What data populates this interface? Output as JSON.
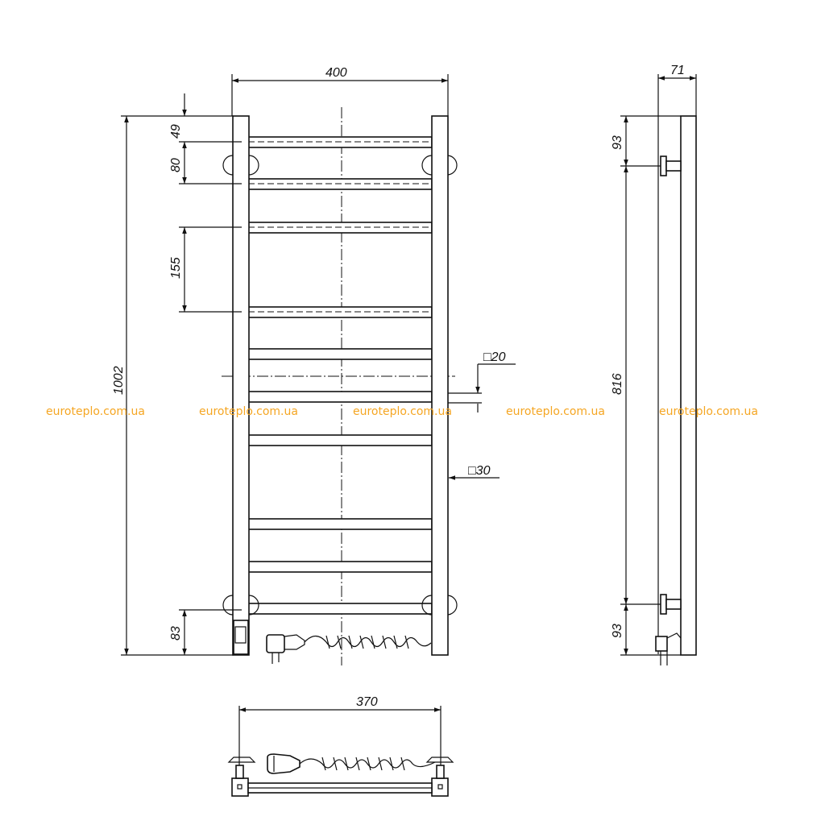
{
  "watermark": {
    "text": "euroteplo.com.ua",
    "color": "#f5a623"
  },
  "front_view": {
    "width_dim": "400",
    "height_dim": "1002",
    "top_gap_dim": "49",
    "mount_dim": "80",
    "step_dim": "155",
    "bottom_dim": "83",
    "small_tube_label": "□20",
    "large_tube_label": "□30"
  },
  "side_view": {
    "depth_dim": "71",
    "top_mount_dim": "93",
    "center_dim": "816",
    "bottom_mount_dim": "93"
  },
  "bottom_view": {
    "width_dim": "370"
  }
}
